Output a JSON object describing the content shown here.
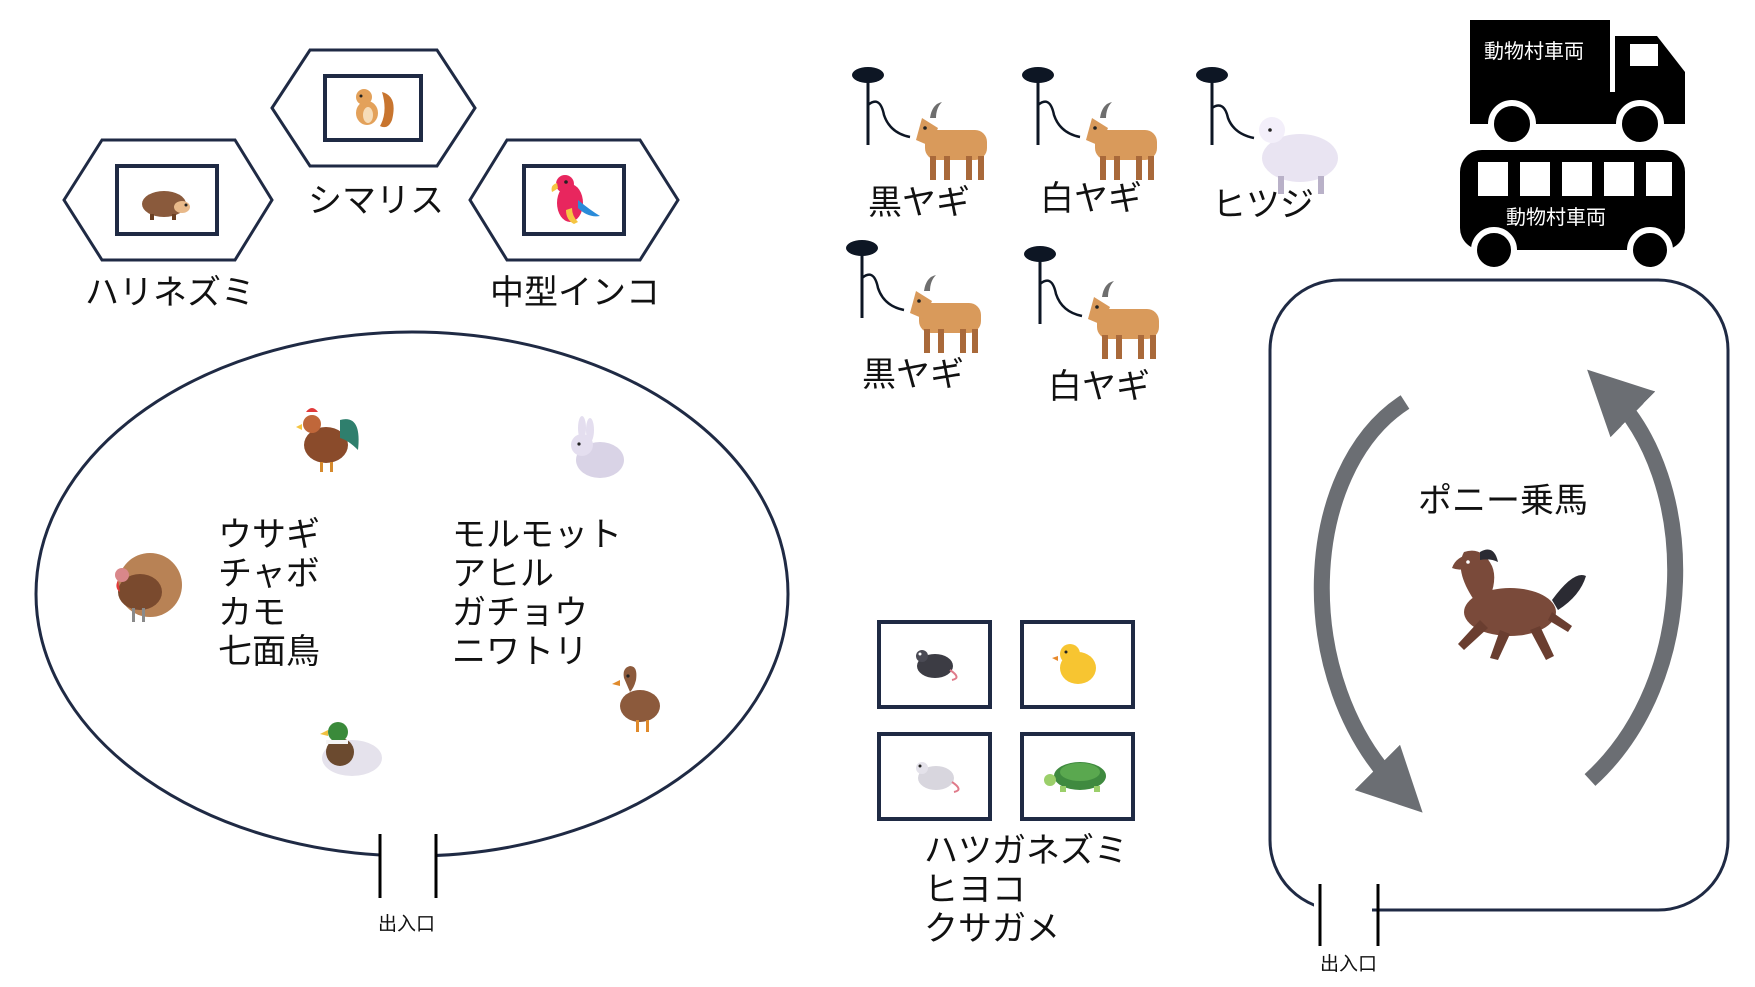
{
  "colors": {
    "outline": "#1f2a44",
    "arrow": "#6b6e73",
    "vehicle": "#000000"
  },
  "cages": {
    "hedgehog": "ハリネズミ",
    "chipmunk": "シマリス",
    "parakeet": "中型インコ"
  },
  "goats": [
    "黒ヤギ",
    "白ヤギ",
    "ヒツジ",
    "黒ヤギ",
    "白ヤギ"
  ],
  "vehicles": {
    "truck_label": "動物村車両",
    "bus_label": "動物村車両"
  },
  "enclosure": {
    "left_list": [
      "ウサギ",
      "チャボ",
      "カモ",
      "七面鳥"
    ],
    "right_list": [
      "モルモット",
      "アヒル",
      "ガチョウ",
      "ニワトリ"
    ],
    "entrance_label": "出入口"
  },
  "small_cages": {
    "list": [
      "ハツガネズミ",
      "ヒヨコ",
      "クサガメ"
    ]
  },
  "pony": {
    "title": "ポニー乗馬",
    "entrance_label": "出入口"
  }
}
